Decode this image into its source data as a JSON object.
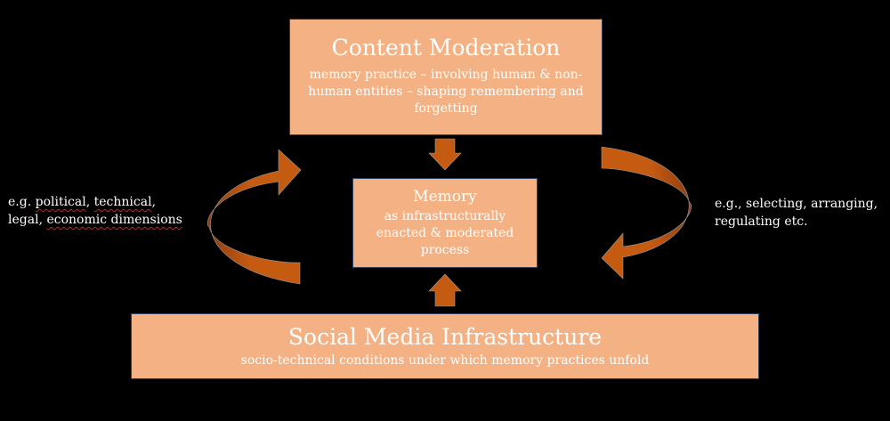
{
  "content_moderation": {
    "title": "Content Moderation",
    "description": "memory practice – involving human & non-human entities – shaping remembering and forgetting"
  },
  "memory": {
    "title": "Memory",
    "description": "as infrastructurally enacted & moderated process"
  },
  "social_media_infrastructure": {
    "title": "Social Media Infrastructure",
    "description": "socio-technical conditions under which memory practices unfold"
  },
  "left_note": {
    "prefix": "e.g. ",
    "w1": "political",
    "sep1": ", ",
    "w2": "technical",
    "sep2": ",",
    "w3": "legal",
    "sep3": ", ",
    "w4": "economic dimensions"
  },
  "right_note": "e.g., selecting, arranging, regulating etc.",
  "colors": {
    "box_fill": "#f4b183",
    "box_border": "#2f3f5f",
    "arrow_fill": "#c55a11",
    "background": "#000000"
  }
}
